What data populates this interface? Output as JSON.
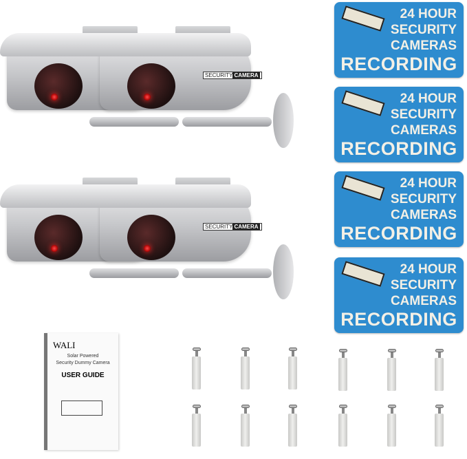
{
  "cameras": [
    {
      "label_a": "SECURITY",
      "label_b": "CAMERA"
    }
  ],
  "signs": [
    {
      "line1": "24 HOUR",
      "line2": "SECURITY",
      "line3": "CAMERAS",
      "line4": "RECORDING"
    },
    {
      "line1": "24 HOUR",
      "line2": "SECURITY",
      "line3": "CAMERAS",
      "line4": "RECORDING"
    },
    {
      "line1": "24 HOUR",
      "line2": "SECURITY",
      "line3": "CAMERAS",
      "line4": "RECORDING"
    },
    {
      "line1": "24 HOUR",
      "line2": "SECURITY",
      "line3": "CAMERAS",
      "line4": "RECORDING"
    }
  ],
  "manual": {
    "brand": "WALI",
    "line1": "Solar Powered",
    "line2": "Security Dummy Camera",
    "title": "USER GUIDE"
  },
  "colors": {
    "sign": "#2e8ccf",
    "led": "#ff2a2a"
  }
}
